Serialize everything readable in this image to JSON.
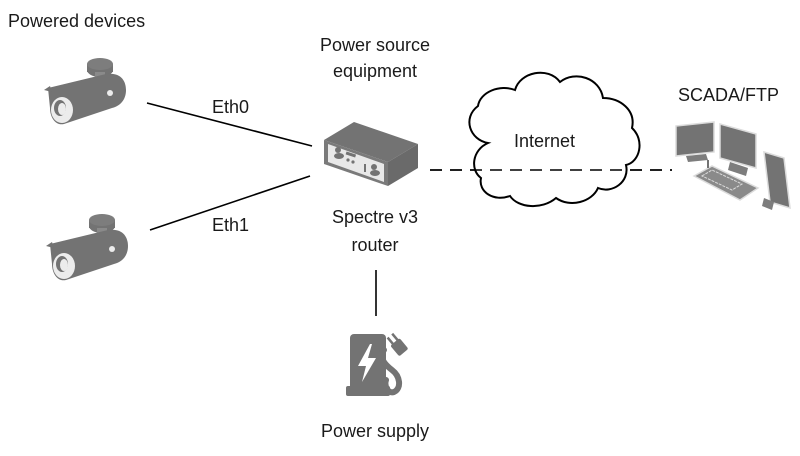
{
  "diagram": {
    "nodes": {
      "powered_devices": {
        "label": "Powered devices"
      },
      "camera_1": {
        "icon": "camera-icon"
      },
      "camera_2": {
        "icon": "camera-icon"
      },
      "router": {
        "label_top": "Power source\nequipment",
        "label_top_line1": "Power source",
        "label_top_line2": "equipment",
        "label_bottom_line1": "Spectre v3",
        "label_bottom_line2": "router",
        "icon": "router-icon"
      },
      "internet": {
        "label": "Internet",
        "icon": "cloud-icon"
      },
      "scada": {
        "label": "SCADA/FTP",
        "icon": "workstation-icon"
      },
      "power_supply": {
        "label": "Power supply",
        "icon": "power-supply-icon"
      }
    },
    "links": [
      {
        "from": "camera_1",
        "to": "router",
        "label": "Eth0",
        "style": "solid"
      },
      {
        "from": "camera_2",
        "to": "router",
        "label": "Eth1",
        "style": "solid"
      },
      {
        "from": "router",
        "to": "scada",
        "via": "internet",
        "style": "dashed"
      },
      {
        "from": "power_supply",
        "to": "router",
        "style": "solid"
      }
    ],
    "colors": {
      "icon": "#737373",
      "icon_light": "#e6e6e6",
      "line": "#000000"
    }
  }
}
